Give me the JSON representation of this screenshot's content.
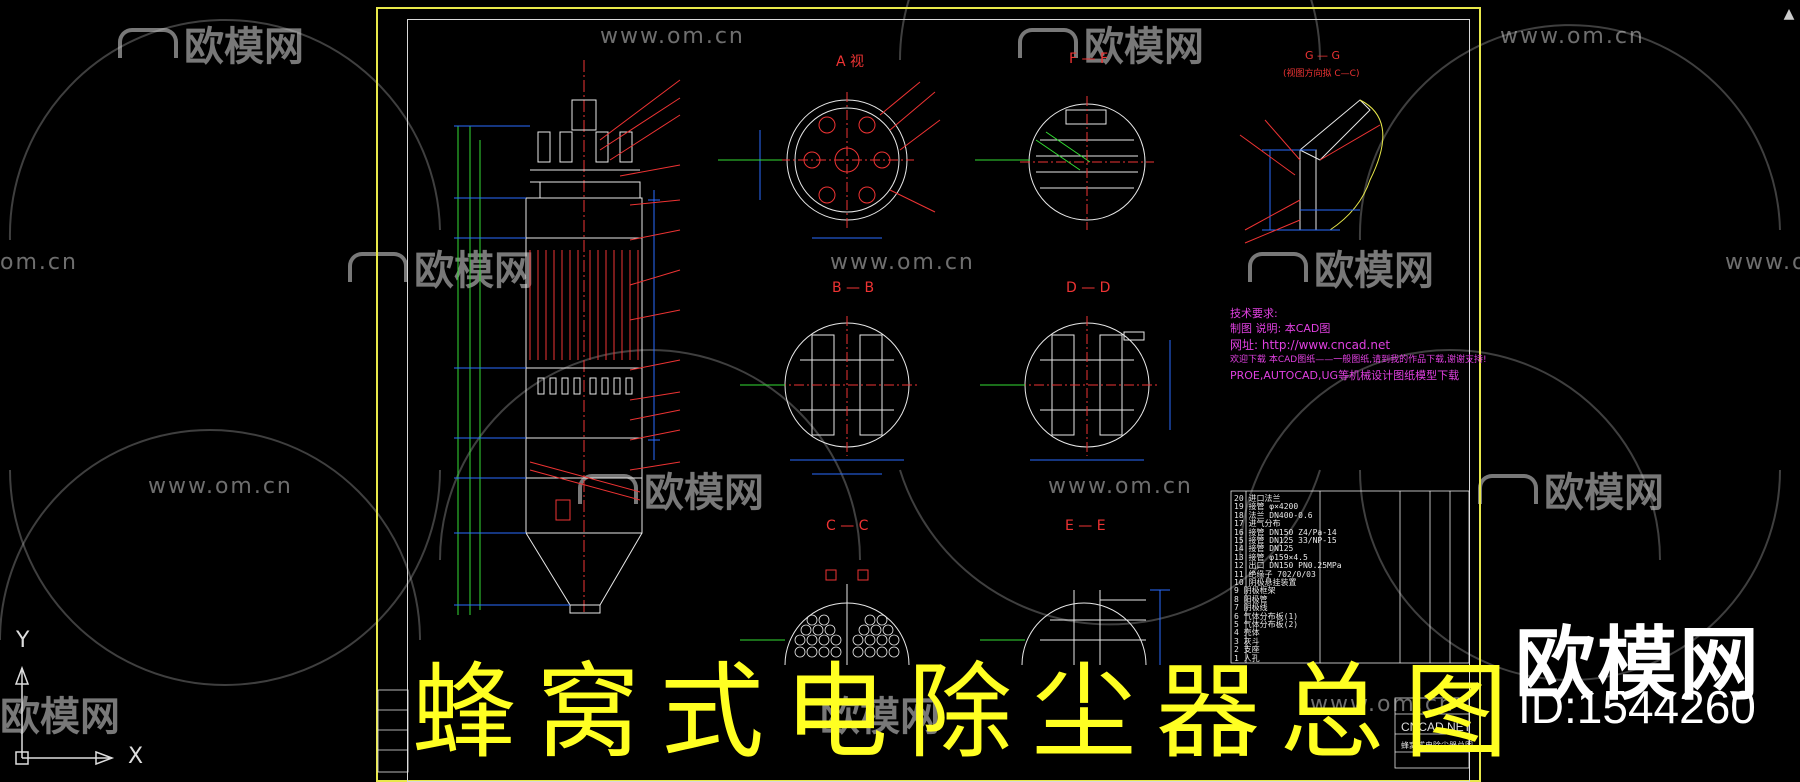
{
  "title_overlay": "蜂窝式电除尘器总图",
  "brand": {
    "name": "欧模网",
    "id_text": "ID:1544260"
  },
  "watermark": {
    "logo_text": "欧模网",
    "url": "www.om.cn",
    "url_short": "om.cn"
  },
  "axes": {
    "y_label": "Y",
    "x_label": "X"
  },
  "views": {
    "a": "A 视",
    "f": "F — F",
    "g": "G — G",
    "g_sub": "(视图方向拟 C—C)",
    "b": "B — B",
    "d": "D — D",
    "c": "C — C",
    "e": "E — E"
  },
  "notes": {
    "line1": "技术要求:",
    "line2": "制图 说明: 本CAD图",
    "line3": "网址: http://www.cncad.net",
    "line4": "欢迎下载 本CAD图纸——一般图纸,请到我的作品下载,谢谢支持!",
    "line5": "PROE,AUTOCAD,UG等机械设计图纸模型下载"
  },
  "title_block": {
    "brand": "CNCAD.NET",
    "subtitle": "蜂窝式电除尘器总图",
    "rows": [
      "20  进口法兰",
      "19  接管  φ×4200",
      "18  法兰  DN400-0.6",
      "17  进气分布",
      "16  接管  DN150   Z4/Pa-14",
      "15  接管  DN125   33/NP-15",
      "14  接管  DN125",
      "13  接管  φ159×4.5",
      "12  出口  DN150   PN0.25MPa",
      "11  绝缘子  702/0/03",
      "10  阴极悬挂装置",
      "9   阴极框架",
      "8   阳极管",
      "7   阴极线",
      "6   气体分布板(1)",
      "5   气体分布板(2)",
      "4   壳体",
      "3   灰斗",
      "2   支座",
      "1   人孔"
    ]
  },
  "colors": {
    "frame": "#e8e84a",
    "cad_red": "#e33",
    "cad_green": "#3d3",
    "cad_blue": "#2a6cff",
    "cad_white": "#e8e8e8",
    "cad_magenta": "#e040e0",
    "title_yellow": "#ffff22"
  }
}
